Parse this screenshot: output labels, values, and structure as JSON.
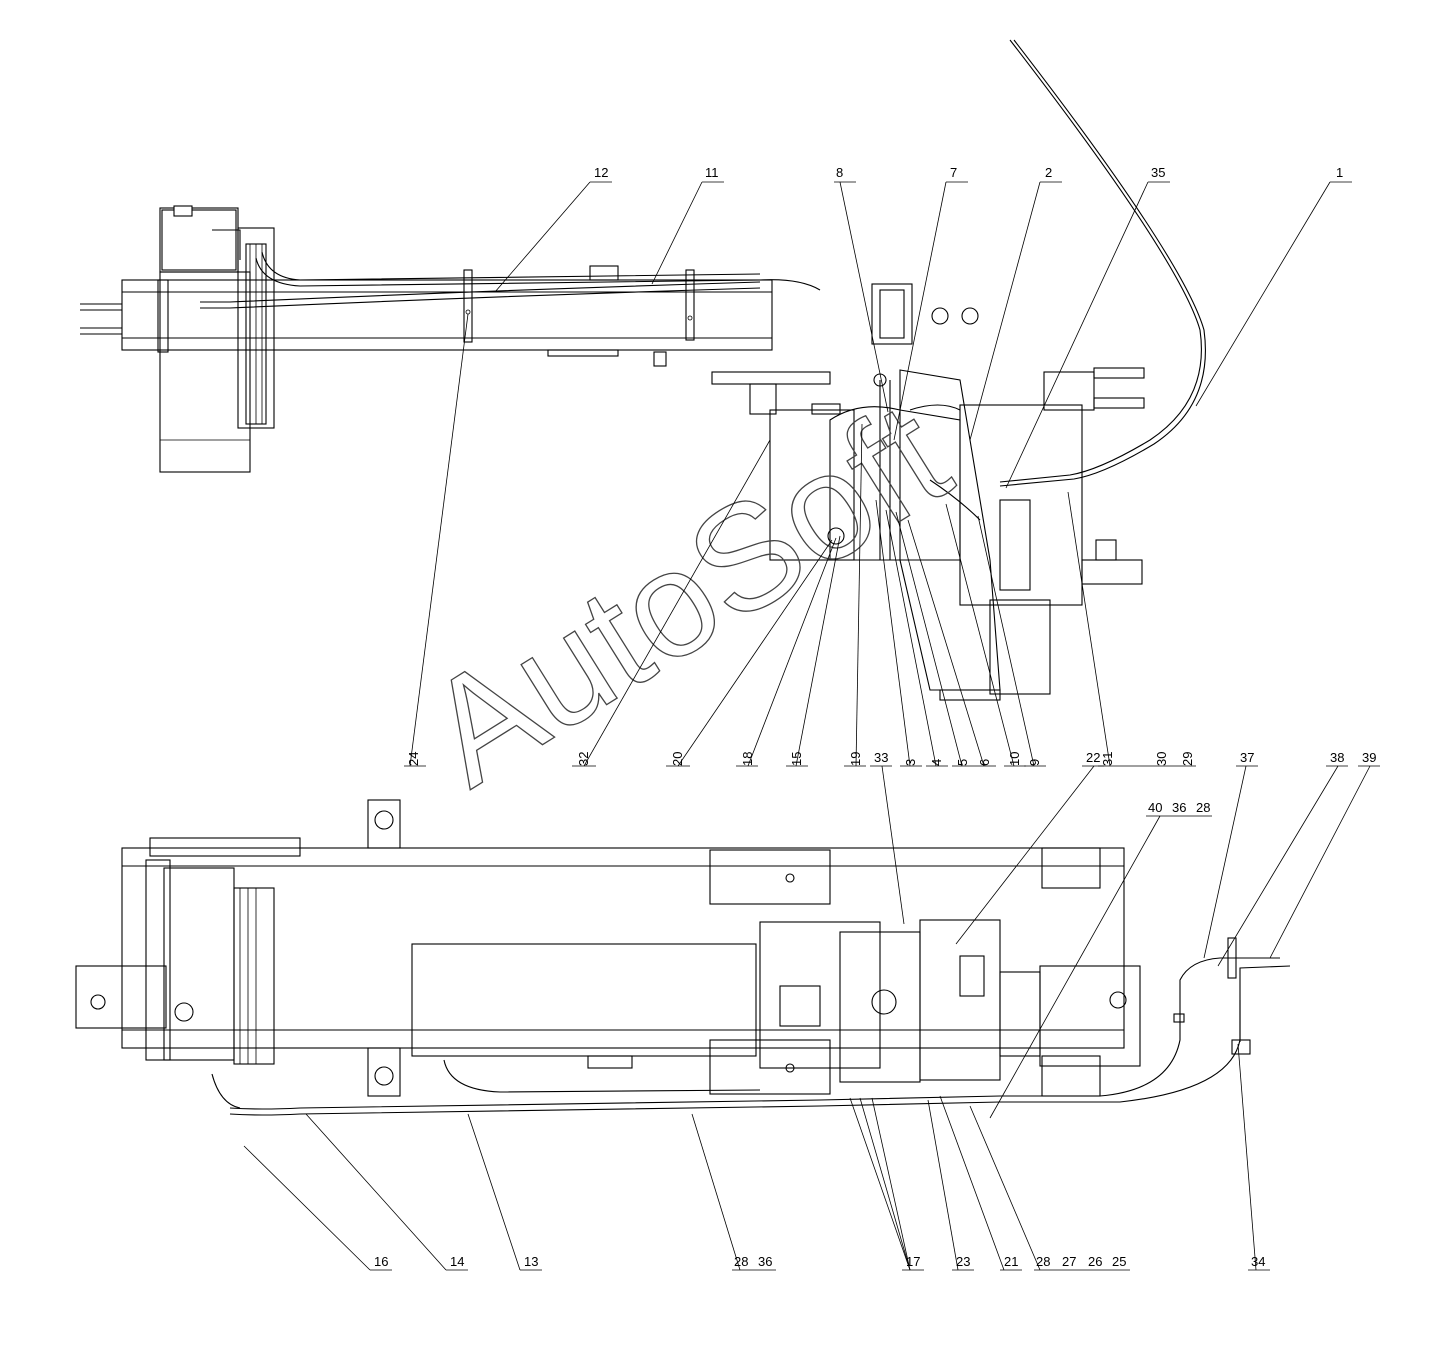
{
  "watermark": "AutoSoft",
  "top_callouts": [
    {
      "id": "t12",
      "text": "12"
    },
    {
      "id": "t11",
      "text": "11"
    },
    {
      "id": "t8",
      "text": "8"
    },
    {
      "id": "t7",
      "text": "7"
    },
    {
      "id": "t2",
      "text": "2"
    },
    {
      "id": "t35",
      "text": "35"
    },
    {
      "id": "t1",
      "text": "1"
    }
  ],
  "mid_callouts": [
    {
      "id": "m24",
      "text": "24"
    },
    {
      "id": "m32",
      "text": "32"
    },
    {
      "id": "m20",
      "text": "20"
    },
    {
      "id": "m18",
      "text": "18"
    },
    {
      "id": "m15",
      "text": "15"
    },
    {
      "id": "m19",
      "text": "19"
    },
    {
      "id": "m3",
      "text": "3"
    },
    {
      "id": "m4",
      "text": "4"
    },
    {
      "id": "m5",
      "text": "5"
    },
    {
      "id": "m6",
      "text": "6"
    },
    {
      "id": "m10",
      "text": "10"
    },
    {
      "id": "m9",
      "text": "9"
    },
    {
      "id": "m31",
      "text": "31"
    },
    {
      "id": "m30",
      "text": "30"
    },
    {
      "id": "m29",
      "text": "29"
    },
    {
      "id": "m33",
      "text": "33"
    },
    {
      "id": "m22",
      "text": "22"
    },
    {
      "id": "m37",
      "text": "37"
    },
    {
      "id": "m38",
      "text": "38"
    },
    {
      "id": "m39",
      "text": "39"
    },
    {
      "id": "m40",
      "text": "40"
    },
    {
      "id": "m36",
      "text": "36"
    },
    {
      "id": "m28",
      "text": "28"
    }
  ],
  "bottom_callouts": [
    {
      "id": "b16",
      "text": "16"
    },
    {
      "id": "b14",
      "text": "14"
    },
    {
      "id": "b13",
      "text": "13"
    },
    {
      "id": "b28",
      "text": "28"
    },
    {
      "id": "b36",
      "text": "36"
    },
    {
      "id": "b17",
      "text": "17"
    },
    {
      "id": "b23",
      "text": "23"
    },
    {
      "id": "b21",
      "text": "21"
    },
    {
      "id": "b28b",
      "text": "28"
    },
    {
      "id": "b27",
      "text": "27"
    },
    {
      "id": "b26",
      "text": "26"
    },
    {
      "id": "b25",
      "text": "25"
    },
    {
      "id": "b34",
      "text": "34"
    }
  ]
}
